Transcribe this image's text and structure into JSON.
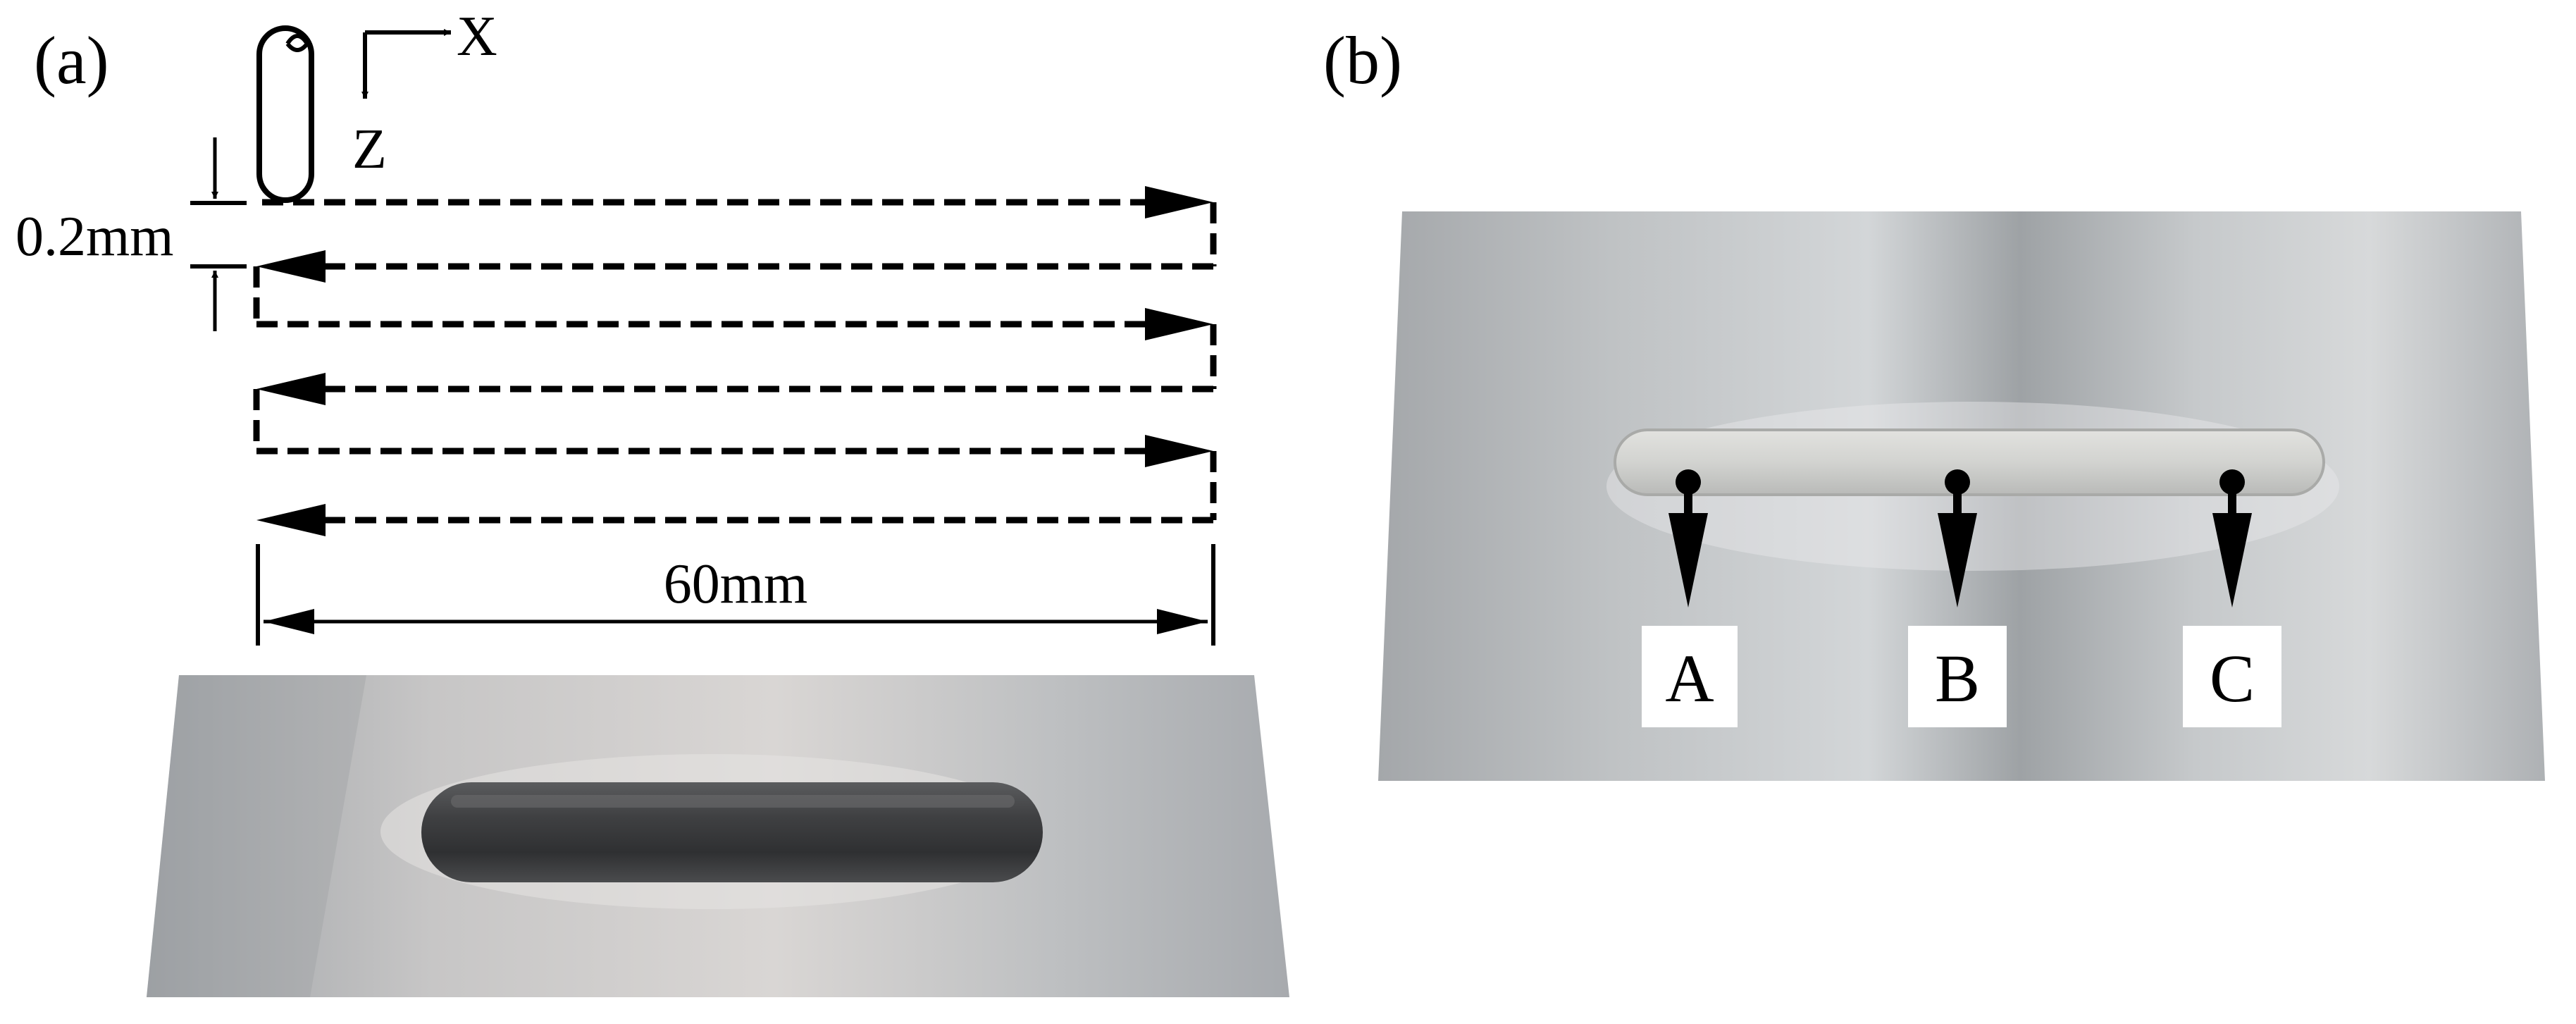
{
  "panel_a": {
    "label": "(a)",
    "axes": {
      "x_label": "X",
      "z_label": "Z"
    },
    "layer_spacing": "0.2mm",
    "length": "60mm"
  },
  "panel_b": {
    "label": "(b)",
    "points": [
      "A",
      "B",
      "C"
    ]
  },
  "colors": {
    "ink": "#000000",
    "plate_light": "#c9cbcd",
    "plate_mid": "#a9adb1",
    "bead_dark": "#3c3d3f",
    "bead_light": "#d6d6d3"
  }
}
